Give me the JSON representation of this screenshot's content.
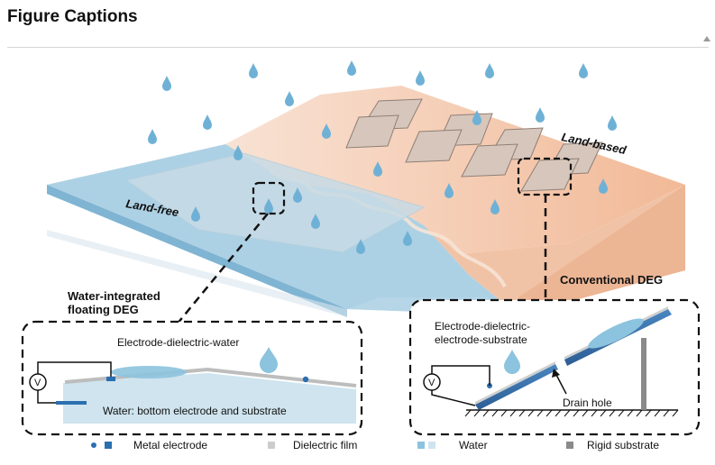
{
  "page": {
    "title": "Figure Captions"
  },
  "figure": {
    "labels": {
      "land_free": "Land-free",
      "land_based": "Land-based",
      "water_integrated_line1": "Water-integrated",
      "water_integrated_line2": "floating DEG",
      "conventional": "Conventional DEG",
      "electrode_dielectric_water": "Electrode-dielectric-water",
      "water_bottom": "Water: bottom electrode and substrate",
      "electrode_substrate_line1": "Electrode-dielectric-",
      "electrode_substrate_line2": "electrode-substrate",
      "drain_hole": "Drain hole",
      "voltmeter": "V"
    },
    "legend": [
      {
        "label": "Metal electrode",
        "icon": "metal-electrode-icon"
      },
      {
        "label": "Dielectric film",
        "icon": "dielectric-film-icon"
      },
      {
        "label": "Water",
        "icon": "water-icon"
      },
      {
        "label": "Rigid substrate",
        "icon": "rigid-substrate-icon"
      }
    ],
    "colors": {
      "water": "#8fbfd9",
      "water_light": "#cfe4ee",
      "land": "#f3c7ad",
      "panel": "#d8c9bf",
      "electrode": "#2a6fb0",
      "dielectric": "#cccccc",
      "rigid": "#8a8a8a"
    }
  }
}
